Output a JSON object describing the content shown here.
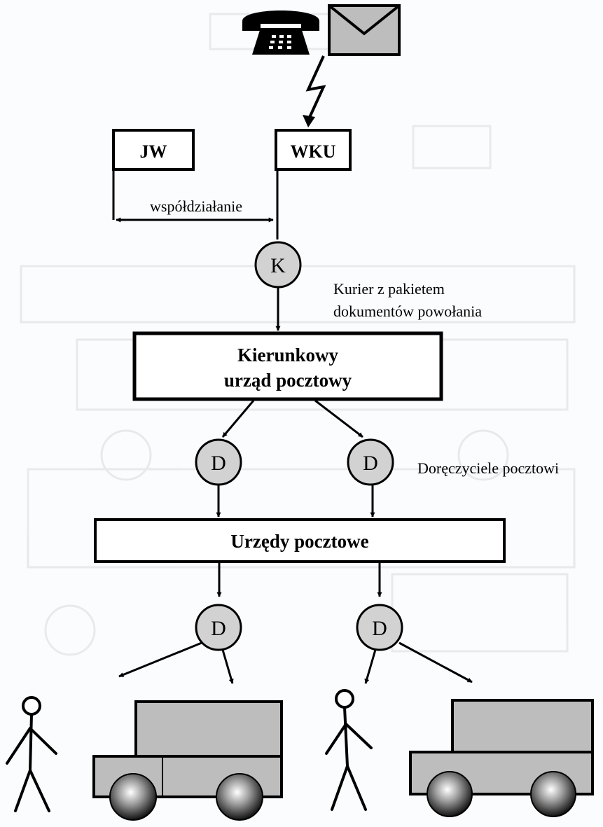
{
  "boxes": {
    "jw": "JW",
    "wku": "WKU",
    "kierunkowy_line1": "Kierunkowy",
    "kierunkowy_line2": "urząd  pocztowy",
    "urzedy": "Urzędy pocztowe"
  },
  "labels": {
    "wspoldzialanie": "współdziałanie",
    "kurier_line1": "Kurier z pakietem",
    "kurier_line2": "dokumentów powołania",
    "doreczyciele": "Doręczyciele pocztowi"
  },
  "nodes": {
    "courier": "K",
    "deliverer": "D"
  },
  "icons": [
    "telephone-icon",
    "envelope-icon",
    "lightning-icon",
    "person-icon",
    "truck-icon"
  ],
  "colors": {
    "node_fill": "#d2d2d2",
    "box_border": "#000000",
    "icon_fill": "#bdbdbd"
  }
}
